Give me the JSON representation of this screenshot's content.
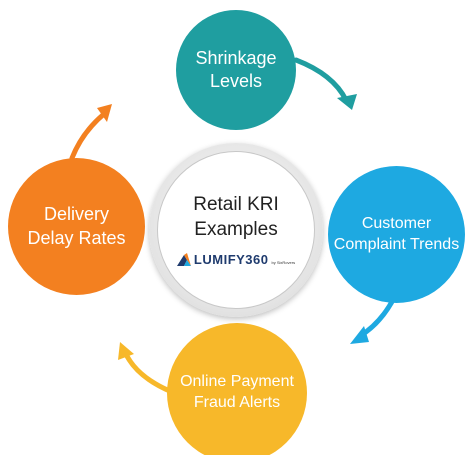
{
  "diagram": {
    "center": {
      "title_lines": [
        "Retail KRI",
        "Examples"
      ],
      "brand": {
        "name": "LUMIFY360",
        "sub": "by SixRovers"
      }
    },
    "nodes": [
      {
        "id": "shrinkage",
        "lines": [
          "Shrinkage",
          "Levels"
        ],
        "color": "#1f9ea0"
      },
      {
        "id": "customer-complaints",
        "lines": [
          "Customer",
          "Complaint Trends"
        ],
        "color": "#1ea9e1"
      },
      {
        "id": "fraud",
        "lines": [
          "Online Payment",
          "Fraud Alerts"
        ],
        "color": "#f7b82a"
      },
      {
        "id": "delivery",
        "lines": [
          "Delivery",
          "Delay Rates"
        ],
        "color": "#f38020"
      }
    ],
    "edges": [
      {
        "from": "shrinkage",
        "to": "customer-complaints",
        "color": "#1f9ea0"
      },
      {
        "from": "customer-complaints",
        "to": "fraud",
        "color": "#1ea9e1"
      },
      {
        "from": "fraud",
        "to": "delivery",
        "color": "#f7b82a"
      },
      {
        "from": "delivery",
        "to": "shrinkage",
        "color": "#f38020"
      }
    ]
  }
}
